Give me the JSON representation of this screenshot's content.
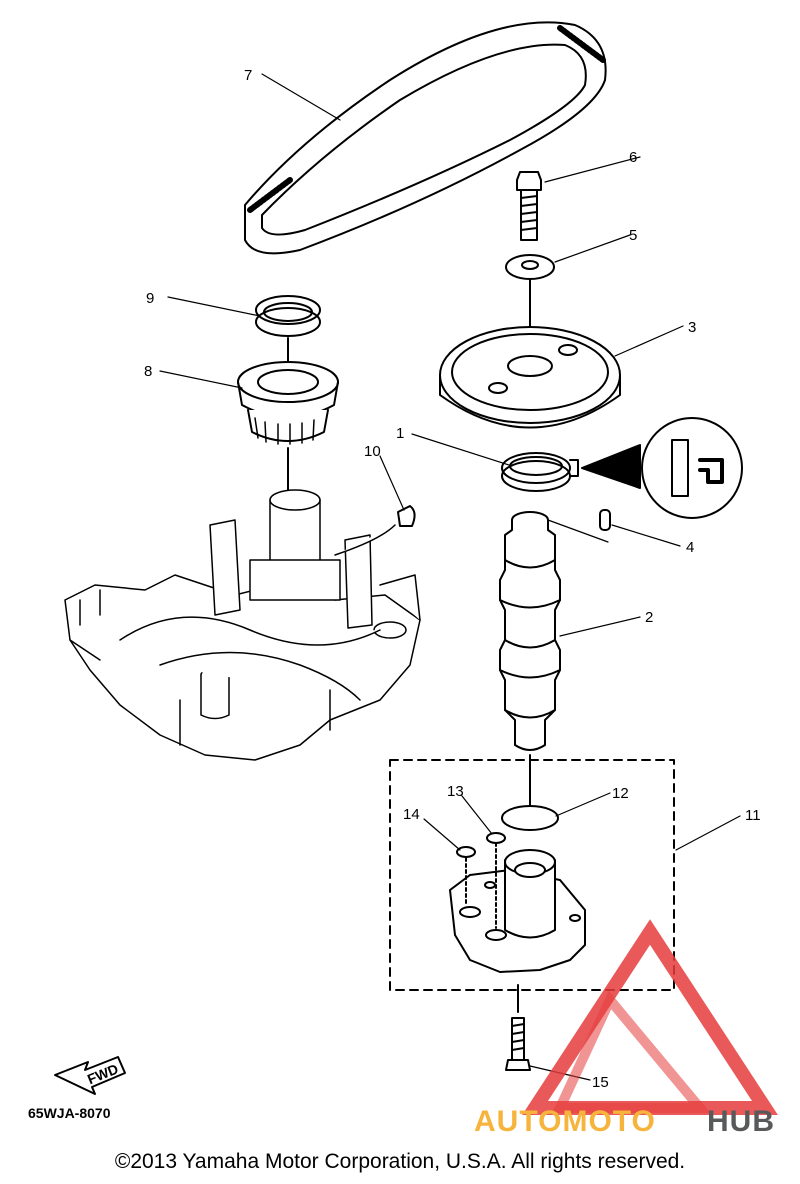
{
  "diagram_code": "65WJA-8070",
  "fwd_label": "FWD",
  "copyright": "©2013 Yamaha Motor Corporation, U.S.A. All rights reserved.",
  "watermark": {
    "part1": "AUTOMOTO",
    "part2": "HUB",
    "color1": "#f6b43c",
    "color2": "#58595b",
    "triangle_color": "#e63c3c"
  },
  "callouts": {
    "c1": "1",
    "c2": "2",
    "c3": "3",
    "c4": "4",
    "c5": "5",
    "c6": "6",
    "c7": "7",
    "c8": "8",
    "c9": "9",
    "c10": "10",
    "c11": "11",
    "c12": "12",
    "c13": "13",
    "c14": "14",
    "c15": "15"
  }
}
